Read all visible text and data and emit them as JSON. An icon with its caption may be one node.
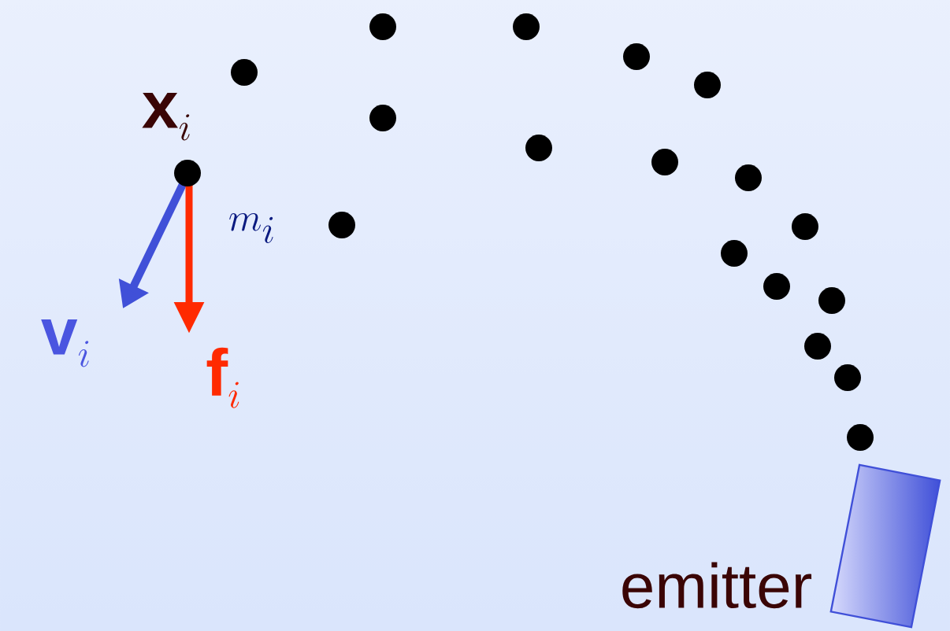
{
  "diagram": {
    "nodes": [
      {
        "text": [],
        "shape": "box",
        "beside": [
          "emitter"
        ]
      }
    ],
    "labels": [
      "\\mathbf{x}_i",
      "m_i",
      "\\mathbf{v}_i",
      "\\mathbf{f}_i"
    ]
  }
}
